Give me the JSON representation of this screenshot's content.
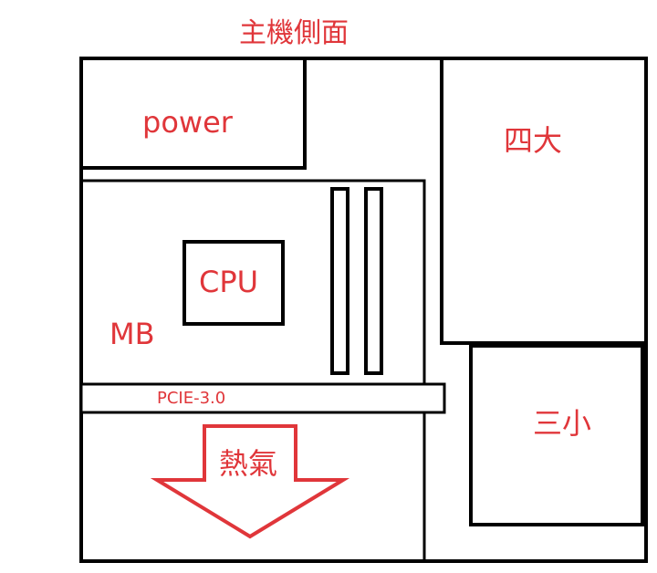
{
  "diagram": {
    "title": "主機側面",
    "labels": {
      "power": "power",
      "big_bays": "四大",
      "cpu": "CPU",
      "mb": "MB",
      "pcie": "PCIE-3.0",
      "small_bays": "三小",
      "heat": "熱氣"
    },
    "colors": {
      "line": "#000000",
      "text": "#e0363a",
      "arrow": "#e0363a"
    }
  }
}
